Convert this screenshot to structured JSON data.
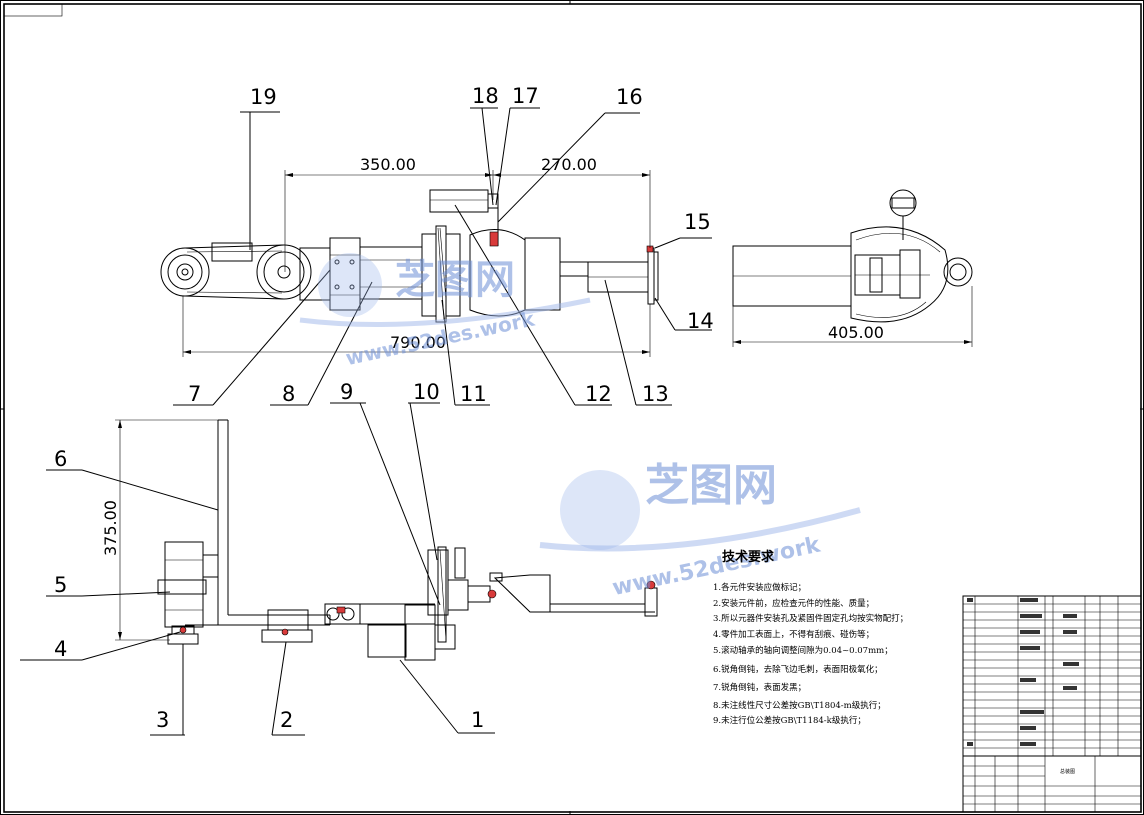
{
  "balloons": [
    {
      "id": "1",
      "label": "1"
    },
    {
      "id": "2",
      "label": "2"
    },
    {
      "id": "3",
      "label": "3"
    },
    {
      "id": "4",
      "label": "4"
    },
    {
      "id": "5",
      "label": "5"
    },
    {
      "id": "6",
      "label": "6"
    },
    {
      "id": "7",
      "label": "7"
    },
    {
      "id": "8",
      "label": "8"
    },
    {
      "id": "9",
      "label": "9"
    },
    {
      "id": "10",
      "label": "10"
    },
    {
      "id": "11",
      "label": "11"
    },
    {
      "id": "12",
      "label": "12"
    },
    {
      "id": "13",
      "label": "13"
    },
    {
      "id": "14",
      "label": "14"
    },
    {
      "id": "15",
      "label": "15"
    },
    {
      "id": "16",
      "label": "16"
    },
    {
      "id": "17",
      "label": "17"
    },
    {
      "id": "18",
      "label": "18"
    },
    {
      "id": "19",
      "label": "19"
    }
  ],
  "dimensions": {
    "d350": "350.00",
    "d270": "270.00",
    "d790": "790.00",
    "d405": "405.00",
    "d375": "375.00"
  },
  "technical_requirements": {
    "title": "技术要求",
    "items": [
      "1.各元件安装应做标记；",
      "2.安装元件前，应检查元件的性能、质量；",
      "3.所以元器件安装孔及紧固件固定孔均按实物配打；",
      "4.零件加工表面上，不得有刮痕、碰伤等；",
      "5.滚动轴承的轴向调整间隙为0.04~0.07mm；",
      "6.锐角倒钝，去除飞边毛刺，表面阳极氧化；",
      "7.锐角倒钝，表面发黑；",
      "8.未注线性尺寸公差按GB\\T1804-m级执行；",
      "9.未注行位公差按GB\\T1184-k级执行；"
    ]
  },
  "watermark": {
    "brand": "芝图网",
    "url": "www.52des.work"
  },
  "title_block": {
    "drawing_name": "总装图"
  },
  "colors": {
    "line": "#000000",
    "accent_red": "#d83a3a",
    "watermark": "#6d8fd6"
  }
}
